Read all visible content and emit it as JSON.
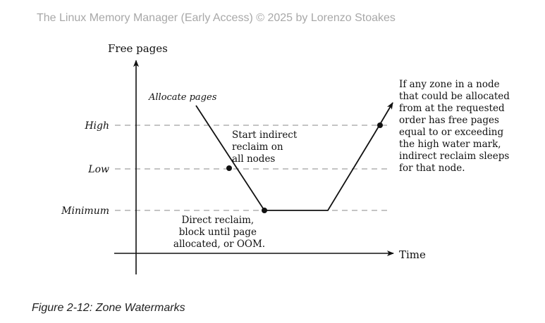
{
  "header": {
    "watermark": "The Linux Memory Manager (Early Access) © 2025 by Lorenzo Stoakes"
  },
  "diagram": {
    "y_axis_label": "Free pages",
    "x_axis_label": "Time",
    "levels": {
      "high": "High",
      "low": "Low",
      "minimum": "Minimum"
    },
    "annotations": {
      "allocate": "Allocate pages",
      "indirect": [
        "Start indirect",
        "reclaim on",
        "all nodes"
      ],
      "direct": [
        "Direct reclaim,",
        "block until page",
        "allocated, or OOM."
      ],
      "sleep": [
        "If any zone in a node",
        "that could be allocated",
        "from at the requested",
        "order has free pages",
        "equal to or exceeding",
        "the high water mark,",
        "indirect reclaim sleeps",
        "for that node."
      ]
    }
  },
  "caption": "Figure 2-12: Zone Watermarks"
}
